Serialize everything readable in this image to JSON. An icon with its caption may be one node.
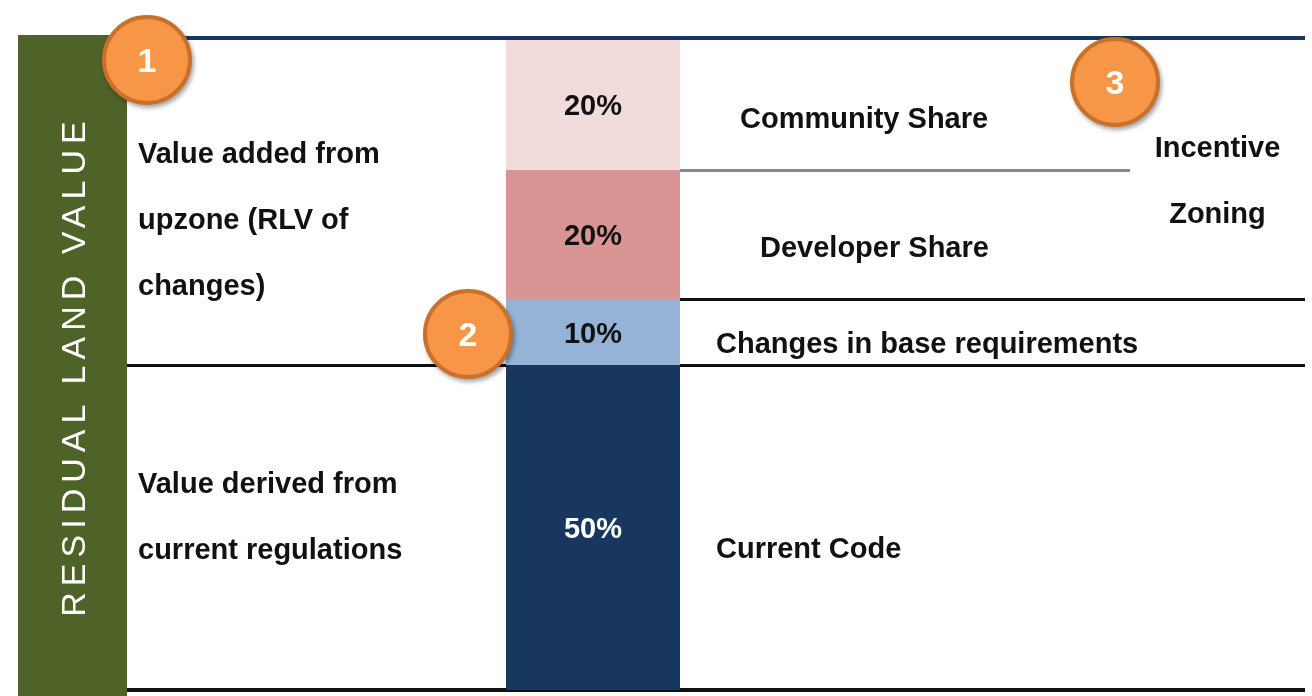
{
  "diagram": {
    "nodes": [
      {
        "text": [
          "RESIDUAL LAND VALUE"
        ]
      },
      {
        "text": [
          "Value added from upzone (RLV of changes)"
        ]
      },
      {
        "text": [
          "Value derived from current regulations"
        ]
      },
      {
        "text": [
          "20%"
        ]
      },
      {
        "text": [
          "20%"
        ]
      },
      {
        "text": [
          "10%"
        ]
      },
      {
        "text": [
          "50%"
        ]
      },
      {
        "text": [
          "Community Share"
        ]
      },
      {
        "text": [
          "Developer Share"
        ]
      },
      {
        "text": [
          "Incentive Zoning"
        ]
      },
      {
        "text": [
          "Changes in base requirements"
        ]
      },
      {
        "text": [
          "Current Code"
        ]
      }
    ],
    "labels": [
      "1",
      "2",
      "3"
    ]
  }
}
